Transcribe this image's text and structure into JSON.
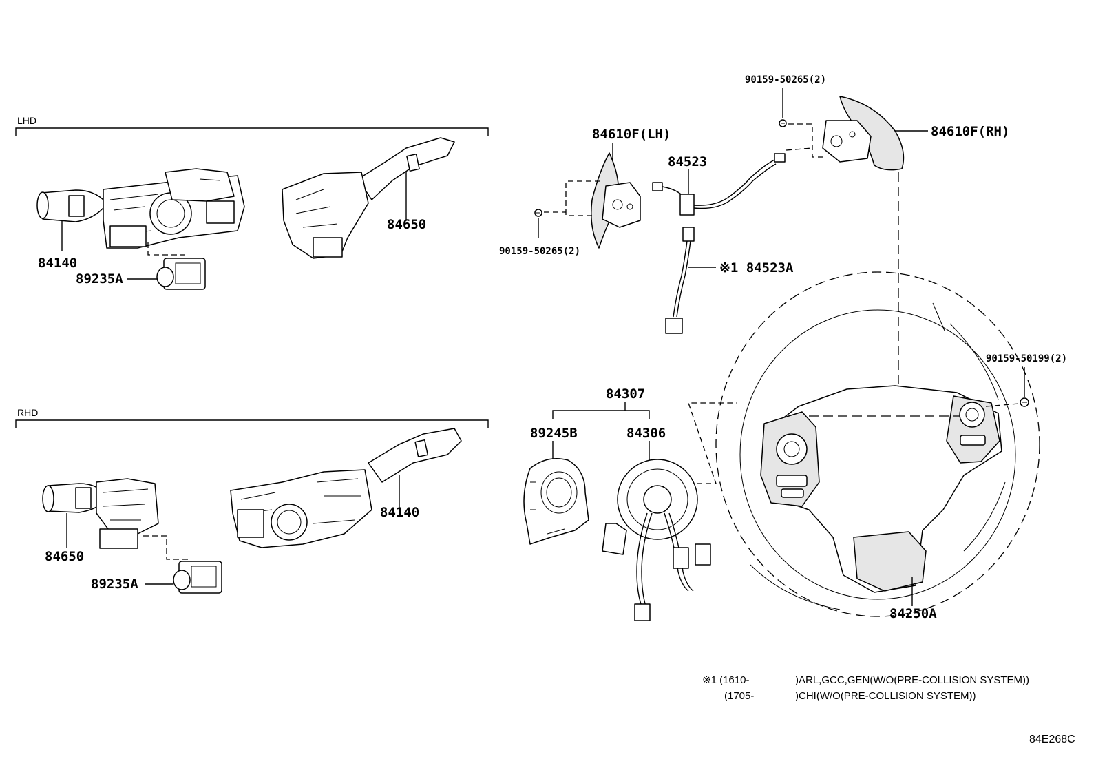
{
  "sections": {
    "lhd": "LHD",
    "rhd": "RHD"
  },
  "labels": {
    "lhd_84140": "84140",
    "lhd_89235a": "89235A",
    "lhd_84650": "84650",
    "rhd_84650": "84650",
    "rhd_89235a": "89235A",
    "rhd_84140": "84140",
    "p84610f_lh": "84610F(LH)",
    "p84610f_rh": "84610F(RH)",
    "p84523": "84523",
    "p84523a": "※1 84523A",
    "screw_top": "90159-50265(2)",
    "screw_left": "90159-50265(2)",
    "screw_right": "90159-50199(2)",
    "p84307": "84307",
    "p89245b": "89245B",
    "p84306": "84306",
    "p84250a": "84250A"
  },
  "notes": {
    "line1_a": "※1 (1610-",
    "line1_b": ")ARL,GCC,GEN(W/O(PRE-COLLISION SYSTEM))",
    "line2_a": "(1705-",
    "line2_b": ")CHI(W/O(PRE-COLLISION SYSTEM))"
  },
  "illustration_code": "84E268C"
}
